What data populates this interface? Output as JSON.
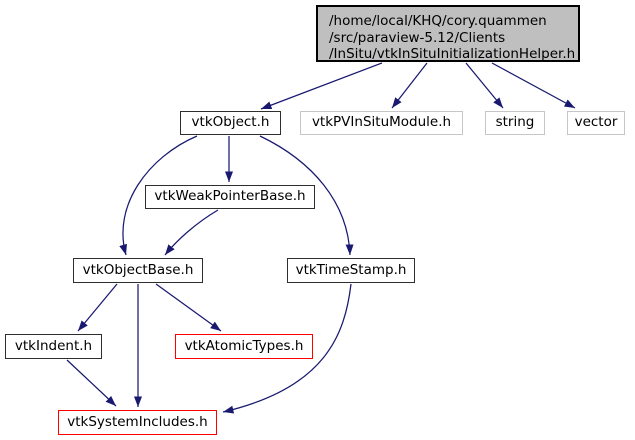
{
  "graph": {
    "kind": "doxygen-include-dependency-graph",
    "colors": {
      "edge": "#191970",
      "root_fill": "#bfbfbf",
      "node_border": "#2e2e2e",
      "external_node_border": "#c6c6c6",
      "truncated_node_border": "#ff0000",
      "text": "#000000"
    },
    "nodes": [
      {
        "id": "root",
        "lines": [
          "/home/local/KHQ/cory.quammen",
          "/src/paraview-5.12/Clients",
          "/InSitu/vtkInSituInitializationHelper.h"
        ],
        "label": "/home/local/KHQ/cory.quammen/src/paraview-5.12/Clients/InSitu/vtkInSituInitializationHelper.h",
        "style": "current-file"
      },
      {
        "id": "vtkObject",
        "label": "vtkObject.h",
        "style": "linked"
      },
      {
        "id": "vtkPVInSituModule",
        "label": "vtkPVInSituModule.h",
        "style": "external"
      },
      {
        "id": "string",
        "label": "string",
        "style": "external"
      },
      {
        "id": "vector",
        "label": "vector",
        "style": "external"
      },
      {
        "id": "vtkWeakPointerBase",
        "label": "vtkWeakPointerBase.h",
        "style": "linked"
      },
      {
        "id": "vtkObjectBase",
        "label": "vtkObjectBase.h",
        "style": "linked"
      },
      {
        "id": "vtkTimeStamp",
        "label": "vtkTimeStamp.h",
        "style": "linked"
      },
      {
        "id": "vtkIndent",
        "label": "vtkIndent.h",
        "style": "linked"
      },
      {
        "id": "vtkAtomicTypes",
        "label": "vtkAtomicTypes.h",
        "style": "truncated"
      },
      {
        "id": "vtkSystemIncludes",
        "label": "vtkSystemIncludes.h",
        "style": "truncated"
      }
    ],
    "edges": [
      {
        "from": "root",
        "to": "vtkObject"
      },
      {
        "from": "root",
        "to": "vtkPVInSituModule"
      },
      {
        "from": "root",
        "to": "string"
      },
      {
        "from": "root",
        "to": "vector"
      },
      {
        "from": "vtkObject",
        "to": "vtkWeakPointerBase"
      },
      {
        "from": "vtkObject",
        "to": "vtkObjectBase"
      },
      {
        "from": "vtkObject",
        "to": "vtkTimeStamp"
      },
      {
        "from": "vtkWeakPointerBase",
        "to": "vtkObjectBase"
      },
      {
        "from": "vtkObjectBase",
        "to": "vtkIndent"
      },
      {
        "from": "vtkObjectBase",
        "to": "vtkSystemIncludes"
      },
      {
        "from": "vtkObjectBase",
        "to": "vtkAtomicTypes"
      },
      {
        "from": "vtkIndent",
        "to": "vtkSystemIncludes"
      },
      {
        "from": "vtkTimeStamp",
        "to": "vtkSystemIncludes"
      }
    ]
  }
}
